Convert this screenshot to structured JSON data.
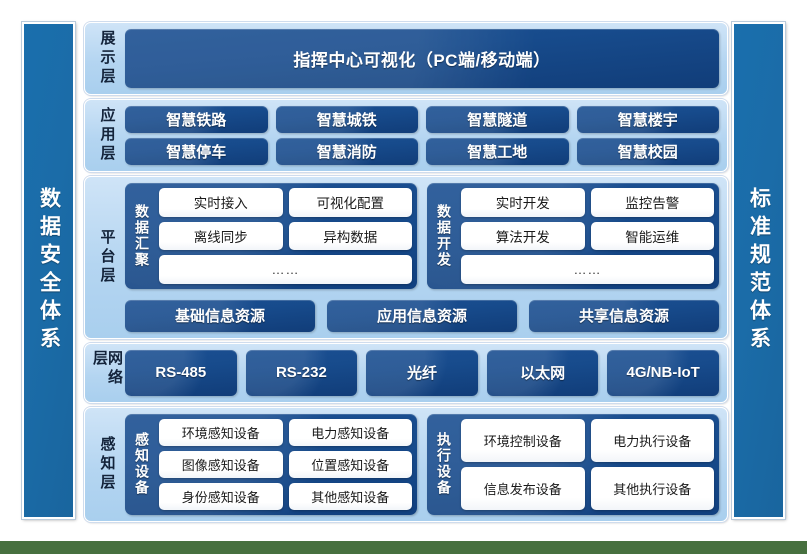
{
  "colors": {
    "page_background": "#ffffff",
    "outer_background": "#47703f",
    "pillar_blue": "#1b6ca8",
    "chip_dark_blue": "#174b8c",
    "layer_light_blue": "#b4d5f1",
    "chip_white": "#ffffff",
    "label_text": "#13233a"
  },
  "pillars": {
    "left": {
      "text": "数据安全体系"
    },
    "right": {
      "text": "标准规范体系"
    }
  },
  "layers": [
    {
      "id": "display",
      "label": "展示层",
      "items": [
        "指挥中心可视化（PC端/移动端）"
      ]
    },
    {
      "id": "application",
      "label": "应用层",
      "rows": [
        [
          "智慧铁路",
          "智慧城铁",
          "智慧隧道",
          "智慧楼宇"
        ],
        [
          "智慧停车",
          "智慧消防",
          "智慧工地",
          "智慧校园"
        ]
      ]
    },
    {
      "id": "platform",
      "label": "平台层",
      "groups": [
        {
          "title": "数据汇聚",
          "rows": [
            [
              "实时接入",
              "可视化配置"
            ],
            [
              "离线同步",
              "异构数据"
            ],
            [
              "……"
            ]
          ]
        },
        {
          "title": "数据开发",
          "rows": [
            [
              "实时开发",
              "监控告警"
            ],
            [
              "算法开发",
              "智能运维"
            ],
            [
              "……"
            ]
          ]
        }
      ],
      "resources": [
        "基础信息资源",
        "应用信息资源",
        "共享信息资源"
      ]
    },
    {
      "id": "network",
      "label": "网络层",
      "items": [
        "RS-485",
        "RS-232",
        "光纤",
        "以太网",
        "4G/NB-IoT"
      ]
    },
    {
      "id": "sensing",
      "label": "感知层",
      "groups": [
        {
          "title": "感知设备",
          "rows": [
            [
              "环境感知设备",
              "电力感知设备"
            ],
            [
              "图像感知设备",
              "位置感知设备"
            ],
            [
              "身份感知设备",
              "其他感知设备"
            ]
          ]
        },
        {
          "title": "执行设备",
          "rows": [
            [
              "环境控制设备",
              "电力执行设备"
            ],
            [
              "信息发布设备",
              "其他执行设备"
            ]
          ]
        }
      ]
    }
  ]
}
